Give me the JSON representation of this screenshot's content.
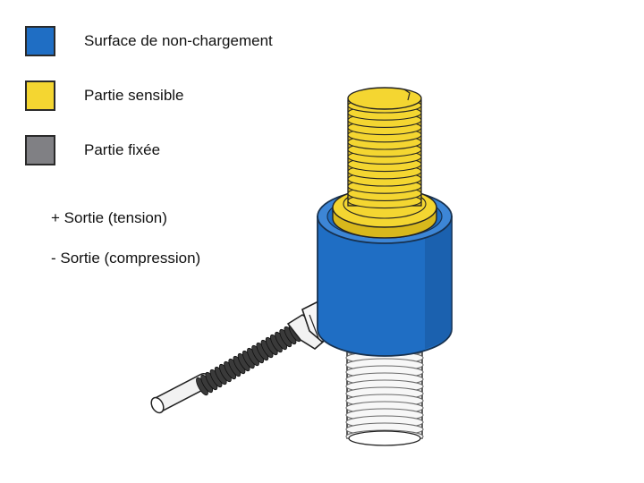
{
  "legend": [
    {
      "label": "Surface de non-chargement",
      "color": "#1f6ec4"
    },
    {
      "label": "Partie sensible",
      "color": "#f4d631"
    },
    {
      "label": "Partie fixée",
      "color": "#808084"
    }
  ],
  "outputs": {
    "tension": "+ Sortie (tension)",
    "compression": "- Sortie (compression)"
  },
  "colors": {
    "body_blue": "#1f6ec4",
    "body_blue_light": "#3d86d6",
    "body_blue_dark": "#17589f",
    "sensing_yellow": "#f4d631",
    "sensing_yellow_dark": "#d8b81c",
    "thread_gray": "#e6e6e6",
    "thread_line": "#6a6a6a",
    "cable_dark": "#3a3a3a",
    "outline": "#222222"
  }
}
